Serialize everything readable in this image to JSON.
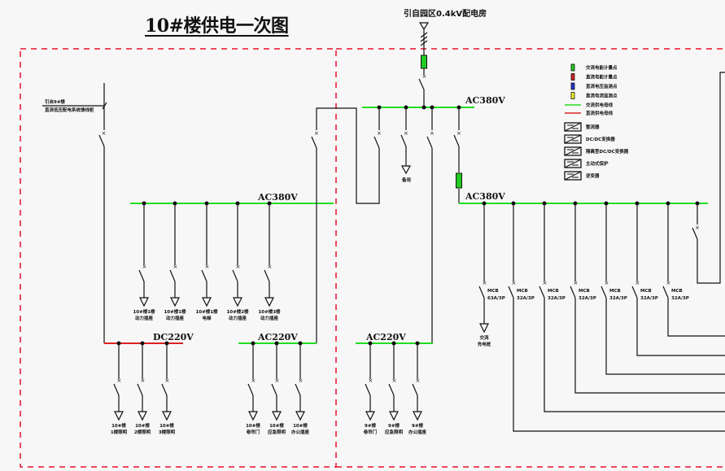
{
  "title": "10#楼供电一次图",
  "colors": {
    "ac_bus": "#22dd22",
    "dc_bus": "#dd2222",
    "boundary": "#e8102a",
    "wire": "#222222",
    "meter_ac": "#22cc22",
    "meter_dc": "#cc2222",
    "monitor_voltage": "#2233cc",
    "monitor_current": "#eeee22"
  },
  "source": {
    "label": "引自园区0.4kV配电房"
  },
  "left_incoming": {
    "line1": "引自9#楼",
    "line2": "直流低压配电系统馈线柜"
  },
  "buses": {
    "main_ac380": "AC380V",
    "left_ac380": "AC380V",
    "right_ac380": "AC380V",
    "left_dc220": "DC220V",
    "left_ac220": "AC220V",
    "mid_ac220": "AC220V"
  },
  "left_ac380_loads": [
    {
      "line1": "10#楼1楼",
      "line2": "动力插座"
    },
    {
      "line1": "10#楼1楼",
      "line2": "动力插座"
    },
    {
      "line1": "10#楼1楼",
      "line2": "电梯"
    },
    {
      "line1": "10#楼2楼",
      "line2": "动力插座"
    },
    {
      "line1": "10#楼3楼",
      "line2": "动力插座"
    }
  ],
  "dc220_loads": [
    {
      "line1": "10#楼",
      "line2": "1楼照明"
    },
    {
      "line1": "10#楼",
      "line2": "2楼照明"
    },
    {
      "line1": "10#楼",
      "line2": "3楼照明"
    }
  ],
  "left_ac220_loads": [
    {
      "line1": "10#楼",
      "line2": "卷帘门"
    },
    {
      "line1": "10#楼",
      "line2": "应急照明"
    },
    {
      "line1": "10#楼",
      "line2": "办公插座"
    }
  ],
  "mid_ac220_loads": [
    {
      "line1": "9#楼",
      "line2": "卷帘门"
    },
    {
      "line1": "9#楼",
      "line2": "应急照明"
    },
    {
      "line1": "9#楼",
      "line2": "办公插座"
    }
  ],
  "spare_load": {
    "label": "备用"
  },
  "right_feeders": [
    {
      "breaker": "MCB",
      "rating": "63A/3P",
      "load1": "交流",
      "load2": "充电桩"
    },
    {
      "breaker": "MCB",
      "rating": "32A/3P"
    },
    {
      "breaker": "MCB",
      "rating": "32A/3P"
    },
    {
      "breaker": "MCB",
      "rating": "32A/3P"
    },
    {
      "breaker": "MCB",
      "rating": "32A/3P"
    },
    {
      "breaker": "MCB",
      "rating": "32A/3P"
    },
    {
      "breaker": "MCB",
      "rating": "32A/3P"
    }
  ],
  "legend": {
    "items": [
      {
        "icon": "ac-meter-icon",
        "color": "#22cc22",
        "label": "交流电能计量点"
      },
      {
        "icon": "dc-meter-icon",
        "color": "#cc2222",
        "label": "直流电能计量点"
      },
      {
        "icon": "dc-voltage-monitor-icon",
        "color": "#2233cc",
        "label": "直流电压监测点"
      },
      {
        "icon": "dc-current-monitor-icon",
        "color": "#eeee22",
        "label": "直流电流监测点"
      },
      {
        "icon": "ac-bus-line-icon",
        "color": "#22dd22",
        "label": "交流供电母线"
      },
      {
        "icon": "dc-bus-line-icon",
        "color": "#dd2222",
        "label": "直流供电母线"
      },
      {
        "icon": "rectifier-icon",
        "label": "整流器"
      },
      {
        "icon": "dcdc-converter-icon",
        "label": "DC/DC变换器"
      },
      {
        "icon": "isolated-dcdc-converter-icon",
        "label": "隔离型DC/DC变换器"
      },
      {
        "icon": "active-protection-icon",
        "label": "主动式保护"
      },
      {
        "icon": "inverter-icon",
        "label": "逆变器"
      }
    ]
  }
}
